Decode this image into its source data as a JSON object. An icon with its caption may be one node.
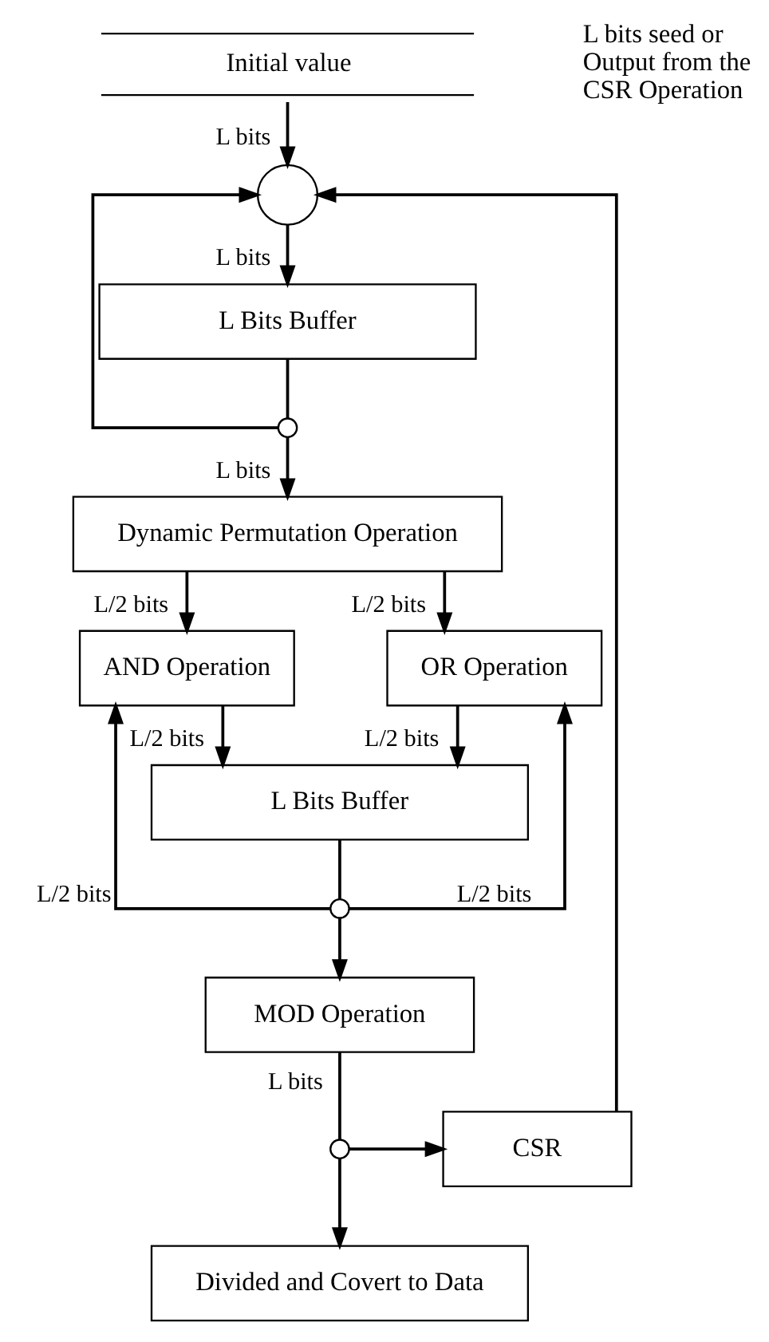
{
  "diagram": {
    "nodes": [
      {
        "text": [
          "Initial value"
        ]
      },
      {
        "text": [],
        "shape": "circle"
      },
      {
        "text": [
          "L Bits Buffer"
        ]
      },
      {
        "text": [],
        "shape": "circle"
      },
      {
        "text": [
          "Dynamic Permutation Operation"
        ]
      },
      {
        "text": [
          "AND Operation"
        ]
      },
      {
        "text": [
          "OR Operation"
        ]
      },
      {
        "text": [
          "L Bits Buffer"
        ]
      },
      {
        "text": [],
        "shape": "circle"
      },
      {
        "text": [
          "MOD Operation"
        ]
      },
      {
        "text": [],
        "shape": "circle"
      },
      {
        "text": [
          "CSR"
        ]
      },
      {
        "text": [
          "Divided and Covert to Data"
        ]
      }
    ],
    "edges": [
      {
        "from": 0,
        "to": 1,
        "arrow": "to",
        "label": "L bits"
      },
      {
        "from": 1,
        "to": 2,
        "arrow": "to",
        "label": "L bits"
      },
      {
        "from": 2,
        "to": 3,
        "arrow": "none"
      },
      {
        "from": 3,
        "to": 4,
        "arrow": "to",
        "label": "L bits"
      },
      {
        "from": 3,
        "to": 1,
        "arrow": "to"
      },
      {
        "from": 11,
        "to": 1,
        "arrow": "to"
      },
      {
        "from": 4,
        "to": 5,
        "arrow": "to",
        "label": "L/2 bits"
      },
      {
        "from": 4,
        "to": 6,
        "arrow": "to",
        "label": "L/2 bits"
      },
      {
        "from": 5,
        "to": 7,
        "arrow": "to",
        "label": "L/2 bits"
      },
      {
        "from": 6,
        "to": 7,
        "arrow": "to",
        "label": "L/2 bits"
      },
      {
        "from": 7,
        "to": 8,
        "arrow": "none"
      },
      {
        "from": 8,
        "to": 5,
        "arrow": "to",
        "label": "L/2 bits"
      },
      {
        "from": 8,
        "to": 6,
        "arrow": "to",
        "label": "L/2 bits"
      },
      {
        "from": 8,
        "to": 9,
        "arrow": "to"
      },
      {
        "from": 9,
        "to": 10,
        "arrow": "none",
        "label": "L bits"
      },
      {
        "from": 10,
        "to": 12,
        "arrow": "to"
      },
      {
        "from": 10,
        "to": 11,
        "arrow": "to"
      }
    ],
    "labels": [
      "L bits seed or Output from the CSR Operation"
    ]
  }
}
